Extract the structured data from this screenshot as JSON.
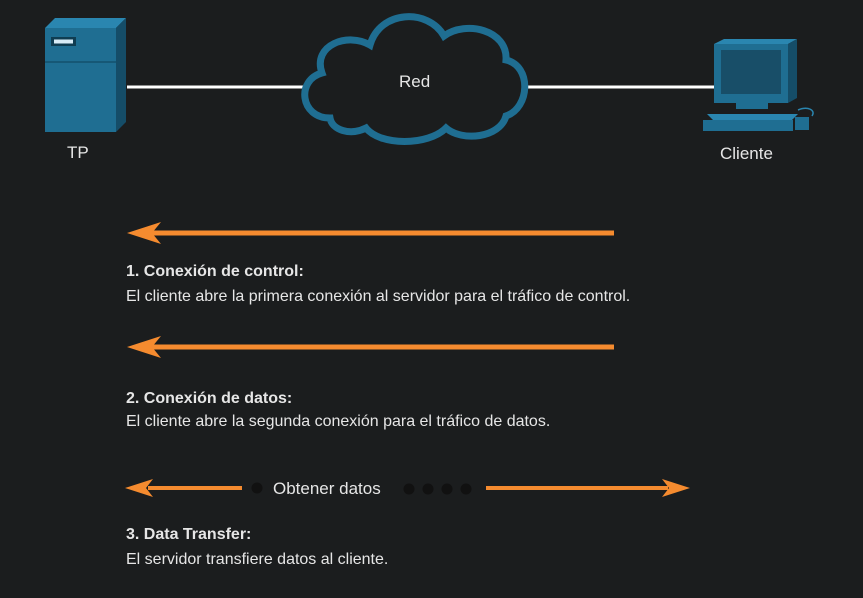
{
  "nodes": {
    "server_label": "TP",
    "network_label": "Red",
    "client_label": "Cliente"
  },
  "steps": [
    {
      "title": "1. Conexión de control:",
      "description": "El cliente abre la primera conexión al servidor para el tráfico de control."
    },
    {
      "title": "2. Conexión de datos:",
      "description": "El cliente abre la segunda conexión para el tráfico de datos."
    },
    {
      "title": "3. Data Transfer:",
      "description": "El servidor transfiere datos al cliente."
    }
  ],
  "transfer_label": "Obtener datos",
  "colors": {
    "background": "#1b1d1e",
    "arrow": "#f58b2f",
    "device": "#1f6e92",
    "cloud_stroke": "#1f6e92",
    "link": "#ffffff"
  }
}
